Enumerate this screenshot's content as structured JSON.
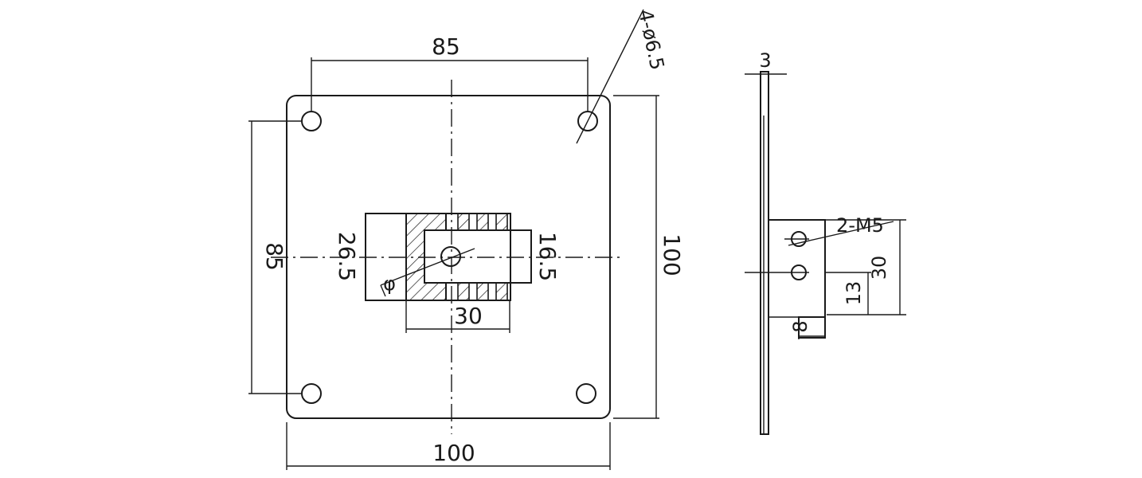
{
  "front_view": {
    "dim_top_hole_spacing": "85",
    "dim_left_hole_spacing": "85",
    "dim_bottom_width": "100",
    "dim_right_height": "100",
    "dim_center_height": "26.5",
    "dim_slot_height": "16.5",
    "dim_slot_width": "30",
    "hole_callout": "4-ø6.5",
    "phi_symbol": "φ"
  },
  "side_view": {
    "dim_thickness": "3",
    "thread_callout": "2-M5",
    "dim_tab_height": "30",
    "dim_hole_height": "13",
    "dim_tab_width": "8"
  }
}
